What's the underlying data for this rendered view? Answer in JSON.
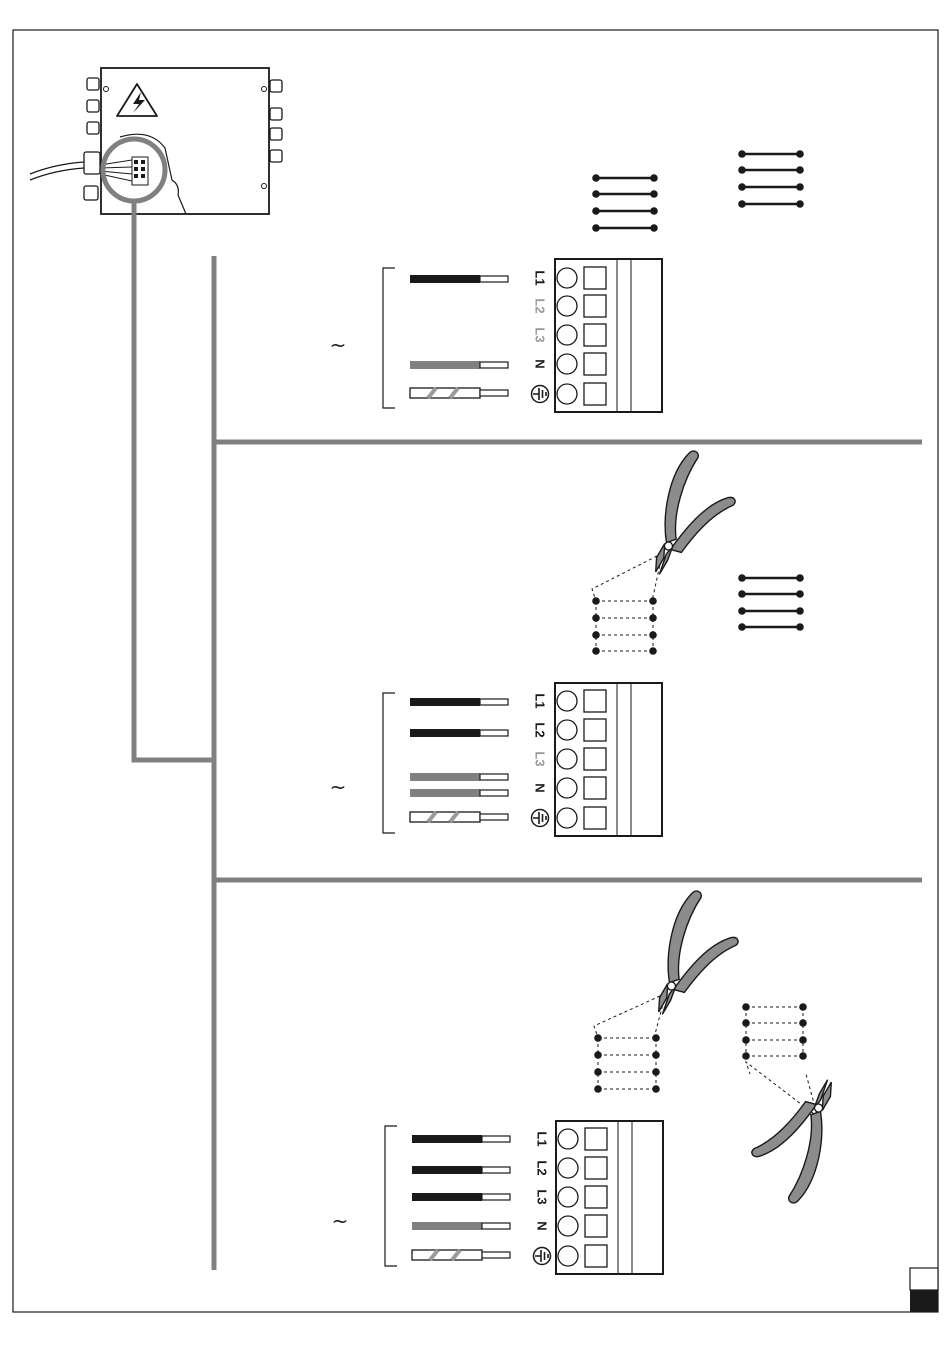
{
  "colors": {
    "black": "#1a1a1a",
    "grey": "#808080",
    "light_grey": "#9a9a9a",
    "tool_fill": "#8c8c8c",
    "page": "#ffffff"
  },
  "icons": [
    "warning-lightning-icon",
    "earth-ground-icon",
    "wire-cutter-pliers-icon",
    "junction-box-icon",
    "jumper-bridge-icon"
  ],
  "tilde": "~",
  "panels": [
    {
      "id": "panel-1",
      "tilde": "~",
      "labels": [
        {
          "text": "L1",
          "active": true
        },
        {
          "text": "L2",
          "active": false
        },
        {
          "text": "L3",
          "active": false
        },
        {
          "text": "N",
          "active": true
        }
      ]
    },
    {
      "id": "panel-2",
      "tilde": "~",
      "labels": [
        {
          "text": "L1",
          "active": true
        },
        {
          "text": "L2",
          "active": true
        },
        {
          "text": "L3",
          "active": false
        },
        {
          "text": "N",
          "active": true
        }
      ]
    },
    {
      "id": "panel-3",
      "tilde": "~",
      "labels": [
        {
          "text": "L1",
          "active": true
        },
        {
          "text": "L2",
          "active": true
        },
        {
          "text": "L3",
          "active": true
        },
        {
          "text": "N",
          "active": true
        }
      ]
    }
  ]
}
